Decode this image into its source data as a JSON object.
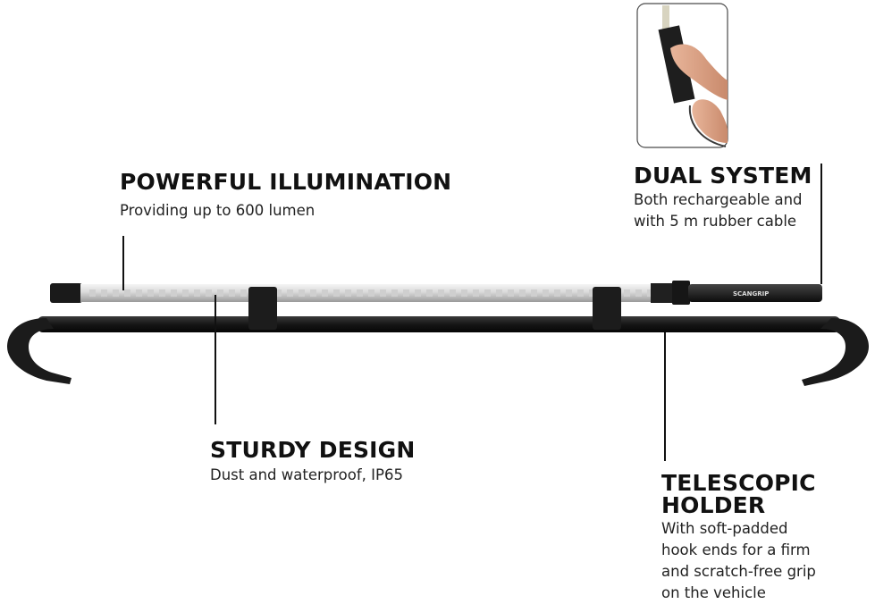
{
  "features": {
    "illumination": {
      "title": "POWERFUL ILLUMINATION",
      "desc": "Providing up to 600 lumen"
    },
    "dual": {
      "title": "DUAL SYSTEM",
      "desc_line1": "Both rechargeable and",
      "desc_line2": "with 5 m rubber cable"
    },
    "sturdy": {
      "title": "STURDY DESIGN",
      "desc": "Dust and waterproof, IP65"
    },
    "telescopic": {
      "title_line1": "TELESCOPIC",
      "title_line2": "HOLDER",
      "desc_lines": [
        "With soft-padded",
        "hook ends for a firm",
        "and scratch-free grip",
        "on the vehicle"
      ]
    }
  },
  "product": {
    "brand_mark": "SCANGRIP"
  }
}
